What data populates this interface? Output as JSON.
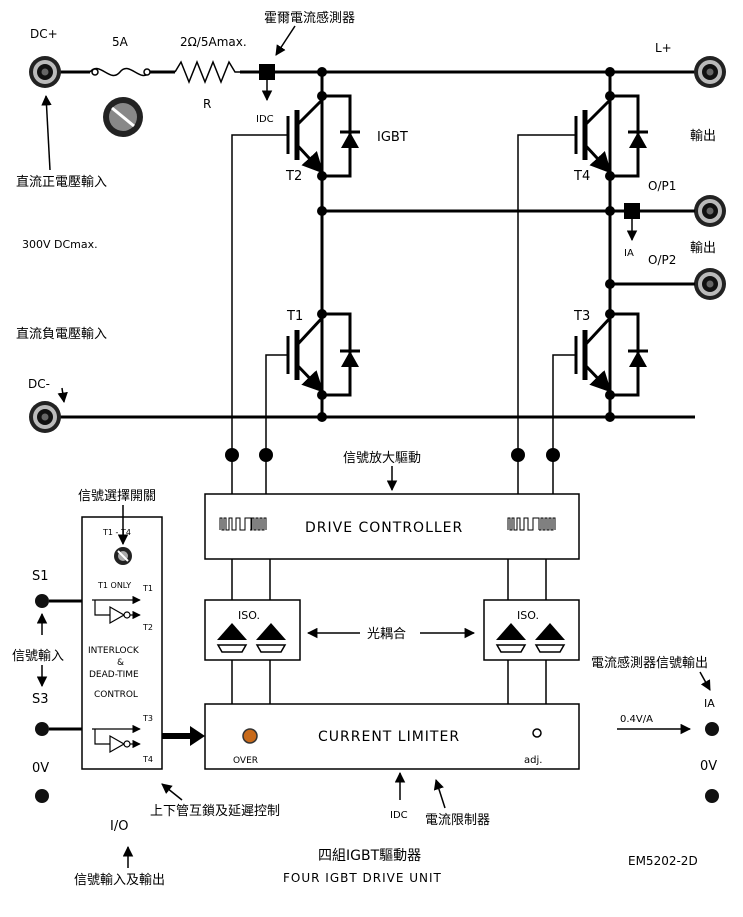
{
  "terminals": {
    "dc_plus": "DC+",
    "dc_minus": "DC-",
    "l_plus": "L+",
    "op1": "O/P1",
    "op2": "O/P2",
    "s1": "S1",
    "s3": "S3",
    "zero_v_left": "0V",
    "zero_v_right": "0V",
    "ia_out": "IA"
  },
  "components": {
    "fuse": "5A",
    "resistor_value": "2Ω/5Amax.",
    "resistor": "R",
    "idc_top": "IDC",
    "ia_mid": "IA",
    "igbt": "IGBT",
    "t1": "T1",
    "t2": "T2",
    "t3": "T3",
    "t4": "T4"
  },
  "annotations": {
    "hall_sensor": "霍爾電流感測器",
    "dc_positive_input": "直流正電壓輸入",
    "dc_max": "300V DCmax.",
    "dc_negative_input": "直流負電壓輸入",
    "output_top": "輸出",
    "output_mid": "輸出",
    "signal_amplifier_drive": "信號放大驅動",
    "signal_select_switch": "信號選擇開關",
    "signal_input": "信號輸入",
    "optocoupler": "光耦合",
    "current_sensor_out": "電流感測器信號輸出",
    "interlock_deadtime_control": "上下管互鎖及延遲控制",
    "current_limiter_cn": "電流限制器",
    "io": "I/O",
    "io_desc": "信號輸入及輸出",
    "scale": "0.4V/A"
  },
  "blocks": {
    "drive_controller": "DRIVE  CONTROLLER",
    "iso_left": "ISO.",
    "iso_right": "ISO.",
    "current_limiter": "CURRENT  LIMITER",
    "over": "OVER",
    "adj": "adj.",
    "interlock_line1": "INTERLOCK",
    "interlock_amp": "&",
    "interlock_line2": "DEAD-TIME",
    "interlock_line3": "CONTROL",
    "sel_t1_t4": "T1 - T4",
    "sel_t1_only": "T1 ONLY",
    "sel_t1": "T1",
    "sel_t2": "T2",
    "sel_t3": "T3",
    "sel_t4": "T4"
  },
  "footer": {
    "title_cn": "四組IGBT驅動器",
    "title_en": "FOUR IGBT DRIVE UNIT",
    "model": "EM5202-2D"
  }
}
